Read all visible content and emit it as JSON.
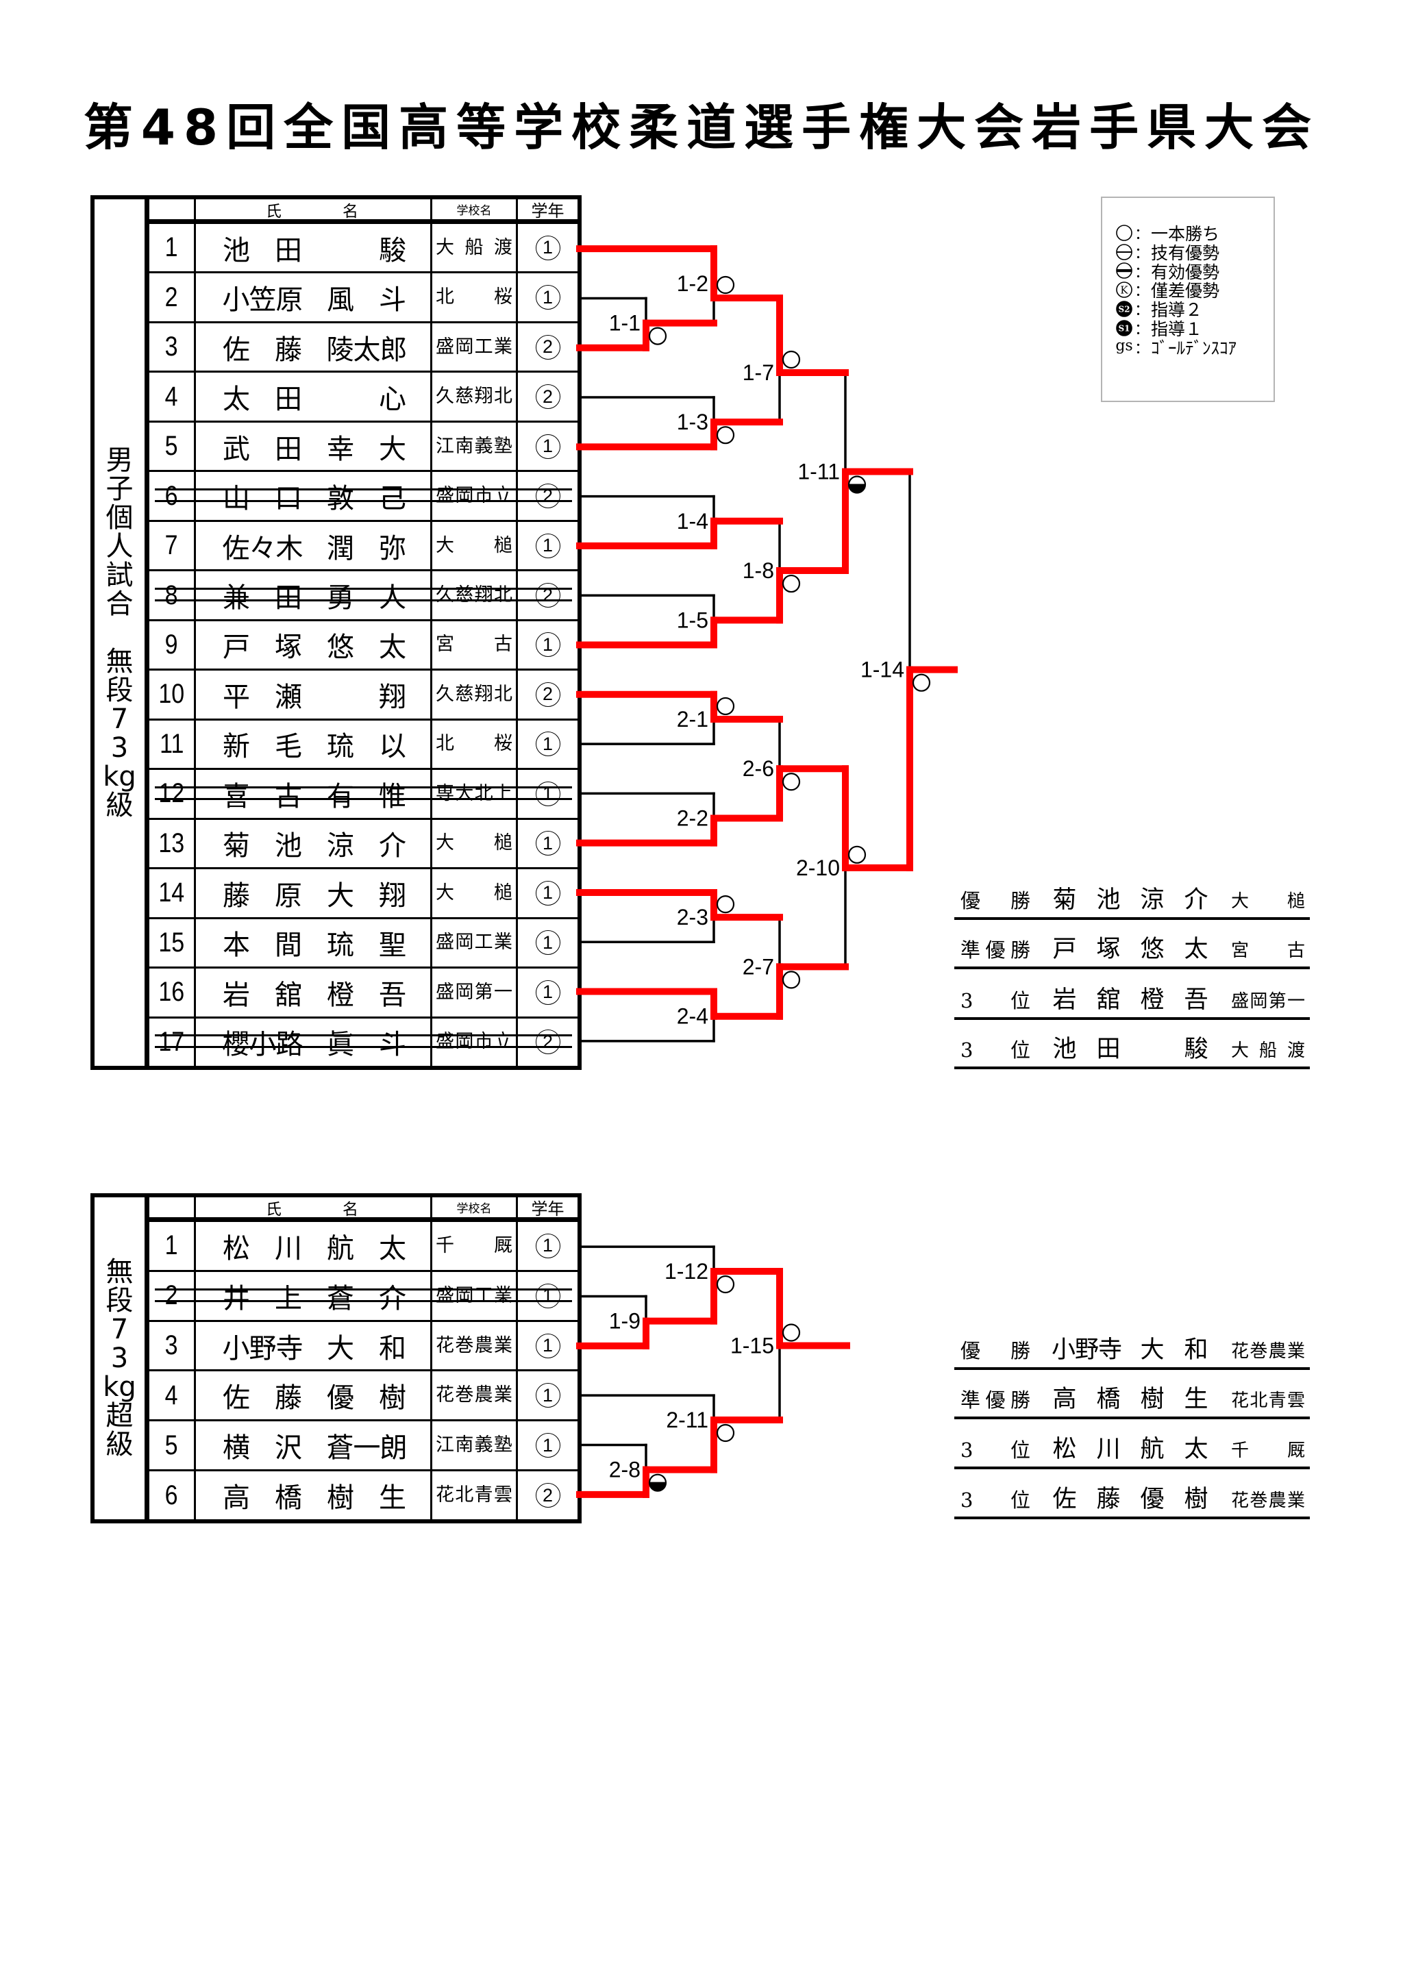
{
  "title": "第48回全国高等学校柔道選手権大会岩手県大会",
  "colors": {
    "winner_line": "#ff0000",
    "bracket_line": "#000000",
    "legend_border": "#b4b4b4"
  },
  "table_header": {
    "name": "氏名",
    "school": "学校名",
    "grade": "学年"
  },
  "legend": {
    "separator": "：",
    "items": [
      {
        "icon": "circle",
        "symbol": "○",
        "label": "一本勝ち"
      },
      {
        "icon": "circle-single-line",
        "symbol": "⊖",
        "label": "技有優勢"
      },
      {
        "icon": "circle-double-line",
        "symbol": "⊜",
        "label": "有効優勢"
      },
      {
        "icon": "circled-k",
        "symbol": "K",
        "label": "僅差優勢"
      },
      {
        "icon": "filled-circle-s2",
        "symbol": "S2",
        "label": "指導２"
      },
      {
        "icon": "filled-circle-s1",
        "symbol": "S1",
        "label": "指導１"
      },
      {
        "icon": "text-gs",
        "symbol": "gs",
        "label": "ｺﾞｰﾙﾃﾞﾝｽｺｱ"
      }
    ]
  },
  "divisions": [
    {
      "label": "男子個人試合　無段73kg級",
      "entries": [
        {
          "no": 1,
          "name": [
            "池",
            "田",
            "",
            "駿"
          ],
          "school": "大船渡",
          "grade": 1,
          "withdrawn": false
        },
        {
          "no": 2,
          "name": [
            "小笠原",
            "風",
            "斗"
          ],
          "school": "北桜",
          "grade": 1,
          "withdrawn": false
        },
        {
          "no": 3,
          "name": [
            "佐",
            "藤",
            "陵太郎"
          ],
          "school": "盛岡工業",
          "grade": 2,
          "withdrawn": false
        },
        {
          "no": 4,
          "name": [
            "太",
            "田",
            "",
            "心"
          ],
          "school": "久慈翔北",
          "grade": 2,
          "withdrawn": false
        },
        {
          "no": 5,
          "name": [
            "武",
            "田",
            "幸",
            "大"
          ],
          "school": "江南義塾",
          "grade": 1,
          "withdrawn": false
        },
        {
          "no": 6,
          "name": [
            "山",
            "口",
            "敦",
            "己"
          ],
          "school": "盛岡市立",
          "grade": 2,
          "withdrawn": true
        },
        {
          "no": 7,
          "name": [
            "佐々木",
            "潤",
            "弥"
          ],
          "school": "大槌",
          "grade": 1,
          "withdrawn": false
        },
        {
          "no": 8,
          "name": [
            "兼",
            "田",
            "勇",
            "人"
          ],
          "school": "久慈翔北",
          "grade": 2,
          "withdrawn": true
        },
        {
          "no": 9,
          "name": [
            "戸",
            "塚",
            "悠",
            "太"
          ],
          "school": "宮古",
          "grade": 1,
          "withdrawn": false
        },
        {
          "no": 10,
          "name": [
            "平",
            "瀬",
            "",
            "翔"
          ],
          "school": "久慈翔北",
          "grade": 2,
          "withdrawn": false
        },
        {
          "no": 11,
          "name": [
            "新",
            "毛",
            "琉",
            "以"
          ],
          "school": "北桜",
          "grade": 1,
          "withdrawn": false
        },
        {
          "no": 12,
          "name": [
            "喜",
            "古",
            "有",
            "惟"
          ],
          "school": "専大北上",
          "grade": 1,
          "withdrawn": true
        },
        {
          "no": 13,
          "name": [
            "菊",
            "池",
            "涼",
            "介"
          ],
          "school": "大槌",
          "grade": 1,
          "withdrawn": false
        },
        {
          "no": 14,
          "name": [
            "藤",
            "原",
            "大",
            "翔"
          ],
          "school": "大槌",
          "grade": 1,
          "withdrawn": false
        },
        {
          "no": 15,
          "name": [
            "本",
            "間",
            "琉",
            "聖"
          ],
          "school": "盛岡工業",
          "grade": 1,
          "withdrawn": false
        },
        {
          "no": 16,
          "name": [
            "岩",
            "舘",
            "橙",
            "吾"
          ],
          "school": "盛岡第一",
          "grade": 1,
          "withdrawn": false
        },
        {
          "no": 17,
          "name": [
            "櫻小路",
            "眞",
            "斗"
          ],
          "school": "盛岡市立",
          "grade": 2,
          "withdrawn": true
        }
      ],
      "matches": [
        {
          "id": "1-1",
          "top": {
            "entry": 2
          },
          "bottom": {
            "entry": 3
          },
          "winner": "bottom",
          "result": "ippon"
        },
        {
          "id": "1-2",
          "top": {
            "entry": 1
          },
          "bottom": {
            "match": "1-1"
          },
          "winner": "top",
          "result": "ippon"
        },
        {
          "id": "1-3",
          "top": {
            "entry": 4
          },
          "bottom": {
            "entry": 5
          },
          "winner": "bottom",
          "result": "ippon"
        },
        {
          "id": "1-4",
          "top": {
            "entry": 6
          },
          "bottom": {
            "entry": 7
          },
          "winner": "bottom",
          "result": null
        },
        {
          "id": "1-5",
          "top": {
            "entry": 8
          },
          "bottom": {
            "entry": 9
          },
          "winner": "bottom",
          "result": null
        },
        {
          "id": "1-7",
          "top": {
            "match": "1-2"
          },
          "bottom": {
            "match": "1-3"
          },
          "winner": "top",
          "result": "ippon"
        },
        {
          "id": "1-8",
          "top": {
            "match": "1-4"
          },
          "bottom": {
            "match": "1-5"
          },
          "winner": "bottom",
          "result": "ippon"
        },
        {
          "id": "1-11",
          "top": {
            "match": "1-7"
          },
          "bottom": {
            "match": "1-8"
          },
          "winner": "bottom",
          "result": "half-filled-circle"
        },
        {
          "id": "2-1",
          "top": {
            "entry": 10
          },
          "bottom": {
            "entry": 11
          },
          "winner": "top",
          "result": "ippon"
        },
        {
          "id": "2-2",
          "top": {
            "entry": 12
          },
          "bottom": {
            "entry": 13
          },
          "winner": "bottom",
          "result": null
        },
        {
          "id": "2-3",
          "top": {
            "entry": 14
          },
          "bottom": {
            "entry": 15
          },
          "winner": "top",
          "result": "ippon"
        },
        {
          "id": "2-4",
          "top": {
            "entry": 16
          },
          "bottom": {
            "entry": 17
          },
          "winner": "top",
          "result": null
        },
        {
          "id": "2-6",
          "top": {
            "match": "2-1"
          },
          "bottom": {
            "match": "2-2"
          },
          "winner": "bottom",
          "result": "ippon"
        },
        {
          "id": "2-7",
          "top": {
            "match": "2-3"
          },
          "bottom": {
            "match": "2-4"
          },
          "winner": "bottom",
          "result": "ippon"
        },
        {
          "id": "2-10",
          "top": {
            "match": "2-6"
          },
          "bottom": {
            "match": "2-7"
          },
          "winner": "top",
          "result": "ippon"
        },
        {
          "id": "1-14",
          "top": {
            "match": "1-11"
          },
          "bottom": {
            "match": "2-10"
          },
          "winner": "bottom",
          "result": "ippon"
        }
      ],
      "results": [
        {
          "rank": "優勝",
          "name": [
            "菊",
            "池",
            "涼",
            "介"
          ],
          "school": "大槌"
        },
        {
          "rank": "準優勝",
          "name": [
            "戸",
            "塚",
            "悠",
            "太"
          ],
          "school": "宮古"
        },
        {
          "rank": "3位",
          "name": [
            "岩",
            "舘",
            "橙",
            "吾"
          ],
          "school": "盛岡第一"
        },
        {
          "rank": "3位",
          "name": [
            "池",
            "田",
            "",
            "駿"
          ],
          "school": "大船渡"
        }
      ]
    },
    {
      "label": "無段73kg超級",
      "entries": [
        {
          "no": 1,
          "name": [
            "松",
            "川",
            "航",
            "太"
          ],
          "school": "千厩",
          "grade": 1,
          "withdrawn": false
        },
        {
          "no": 2,
          "name": [
            "井",
            "上",
            "蒼",
            "介"
          ],
          "school": "盛岡工業",
          "grade": 1,
          "withdrawn": true
        },
        {
          "no": 3,
          "name": [
            "小野寺",
            "大",
            "和"
          ],
          "school": "花巻農業",
          "grade": 1,
          "withdrawn": false
        },
        {
          "no": 4,
          "name": [
            "佐",
            "藤",
            "優",
            "樹"
          ],
          "school": "花巻農業",
          "grade": 1,
          "withdrawn": false
        },
        {
          "no": 5,
          "name": [
            "横",
            "沢",
            "蒼一朗"
          ],
          "school": "江南義塾",
          "grade": 1,
          "withdrawn": false
        },
        {
          "no": 6,
          "name": [
            "高",
            "橋",
            "樹",
            "生"
          ],
          "school": "花北青雲",
          "grade": 2,
          "withdrawn": false
        }
      ],
      "matches": [
        {
          "id": "1-9",
          "top": {
            "entry": 2
          },
          "bottom": {
            "entry": 3
          },
          "winner": "bottom",
          "result": null
        },
        {
          "id": "1-12",
          "top": {
            "entry": 1
          },
          "bottom": {
            "match": "1-9"
          },
          "winner": "bottom",
          "result": "ippon"
        },
        {
          "id": "2-8",
          "top": {
            "entry": 5
          },
          "bottom": {
            "entry": 6
          },
          "winner": "bottom",
          "result": "half-filled-circle"
        },
        {
          "id": "2-11",
          "top": {
            "entry": 4
          },
          "bottom": {
            "match": "2-8"
          },
          "winner": "bottom",
          "result": "ippon"
        },
        {
          "id": "1-15",
          "top": {
            "match": "1-12"
          },
          "bottom": {
            "match": "2-11"
          },
          "winner": "top",
          "result": "ippon"
        }
      ],
      "results": [
        {
          "rank": "優勝",
          "name": [
            "小野寺",
            "大",
            "和"
          ],
          "school": "花巻農業"
        },
        {
          "rank": "準優勝",
          "name": [
            "高",
            "橋",
            "樹",
            "生"
          ],
          "school": "花北青雲"
        },
        {
          "rank": "3位",
          "name": [
            "松",
            "川",
            "航",
            "太"
          ],
          "school": "千厩"
        },
        {
          "rank": "3位",
          "name": [
            "佐",
            "藤",
            "優",
            "樹"
          ],
          "school": "花巻農業"
        }
      ]
    }
  ]
}
